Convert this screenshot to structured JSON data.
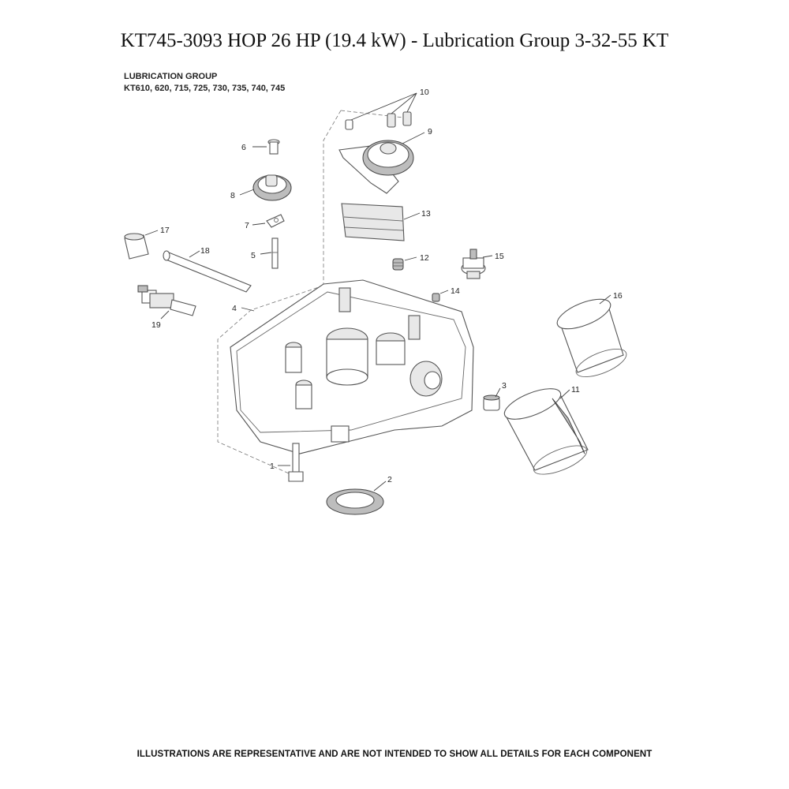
{
  "title": "KT745-3093 HOP 26 HP (19.4 kW) - Lubrication Group 3-32-55 KT",
  "group_heading": {
    "line1": "LUBRICATION GROUP",
    "line2": "KT610, 620, 715, 725, 730, 735, 740, 745"
  },
  "callouts": {
    "c1": "1",
    "c2": "2",
    "c3": "3",
    "c4": "4",
    "c5": "5",
    "c6": "6",
    "c7": "7",
    "c8": "8",
    "c9": "9",
    "c10": "10",
    "c11": "11",
    "c12": "12",
    "c13": "13",
    "c14": "14",
    "c15": "15",
    "c16": "16",
    "c17": "17",
    "c18": "18",
    "c19": "19"
  },
  "footer": "ILLUSTRATIONS ARE REPRESENTATIVE AND ARE NOT INTENDED TO SHOW ALL DETAILS FOR EACH COMPONENT"
}
